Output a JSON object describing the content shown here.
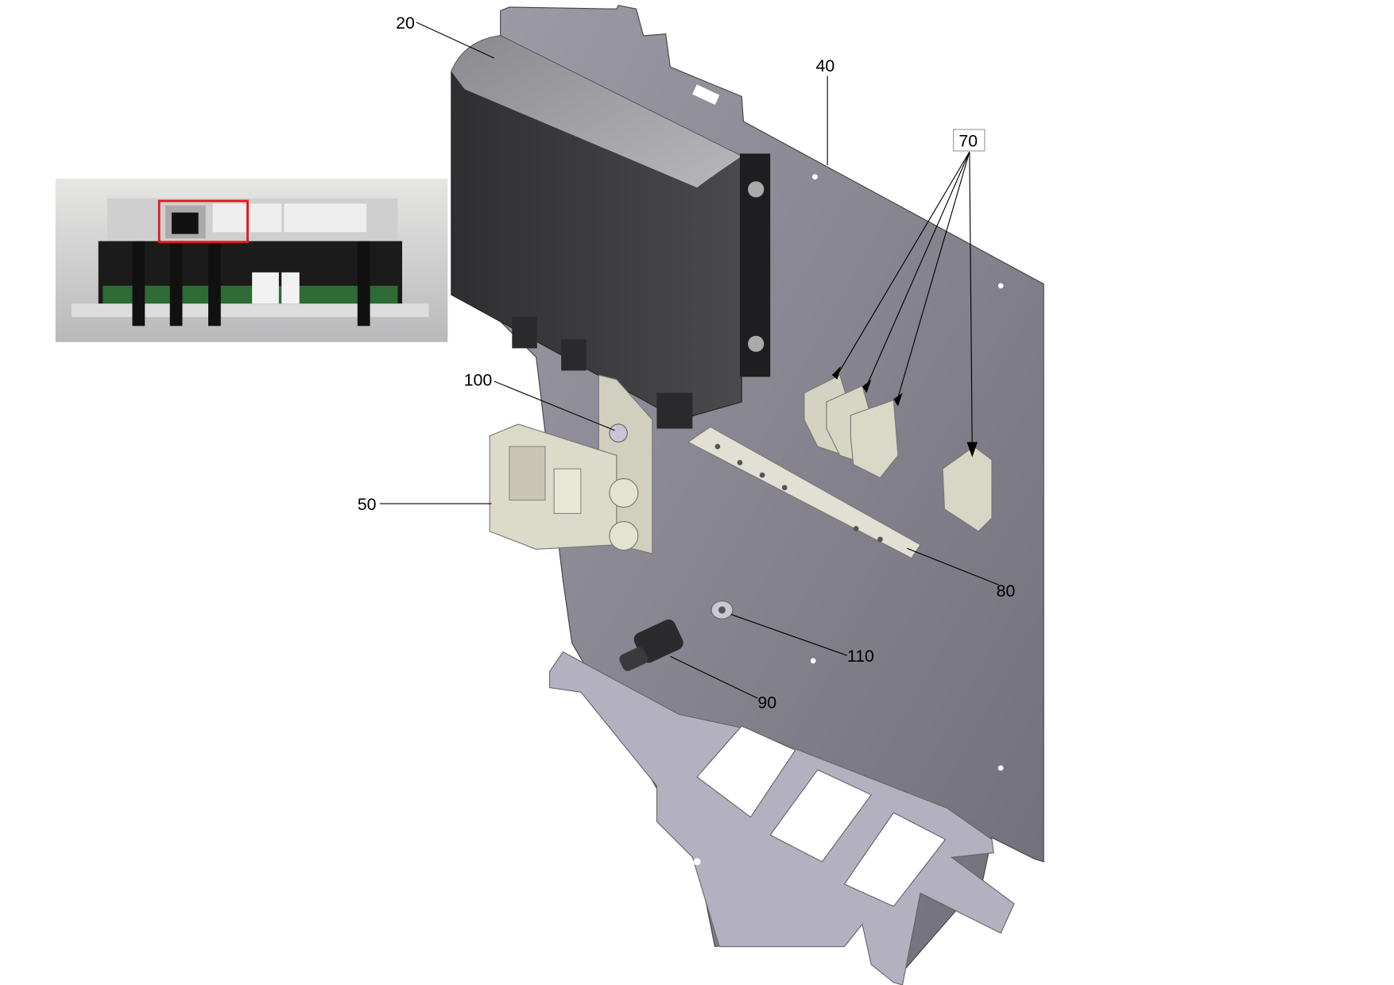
{
  "diagram": {
    "callouts": {
      "c20": "20",
      "c40": "40",
      "c50": "50",
      "c70": "70",
      "c80": "80",
      "c90": "90",
      "c100": "100",
      "c110": "110"
    },
    "colors": {
      "plate": "#7d7c87",
      "controller": "#3a3a3c",
      "bracket": "#b3b1c0",
      "connector": "#d8d6c4",
      "highlight": "#e3161b"
    }
  }
}
